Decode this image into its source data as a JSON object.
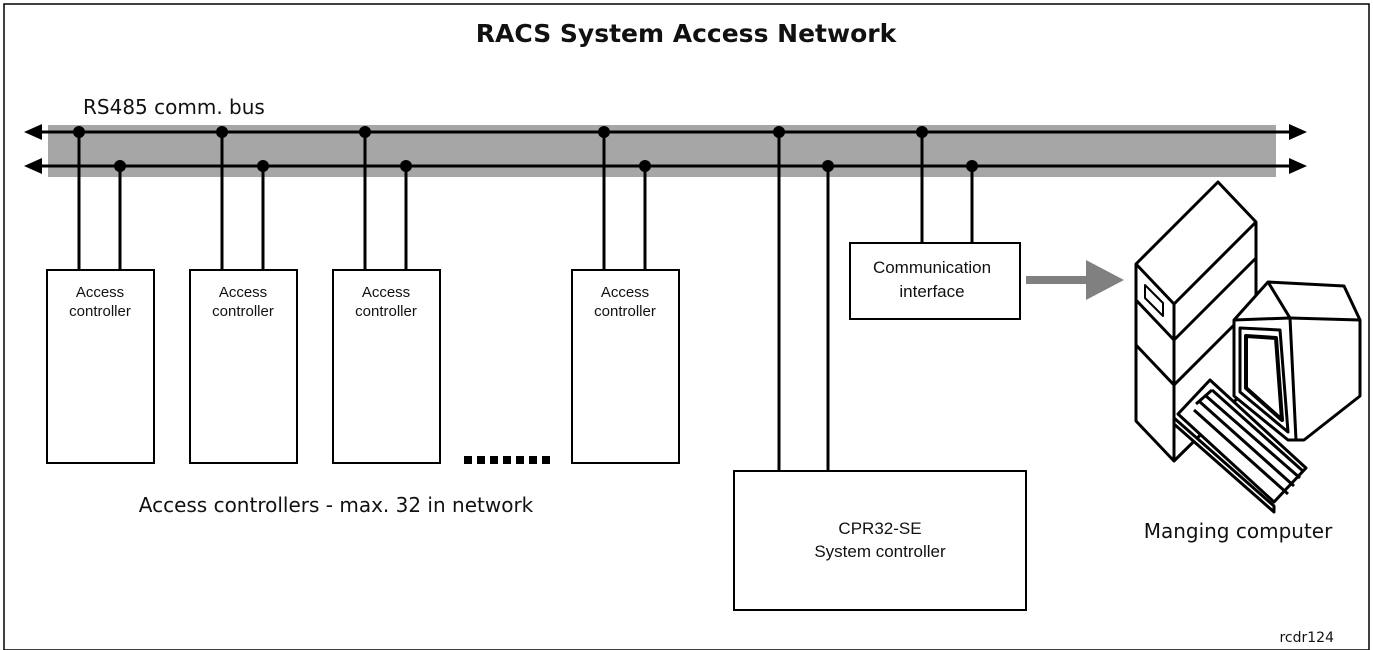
{
  "diagram": {
    "title": "RACS System Access Network",
    "bus_label": "RS485 comm. bus",
    "access_controllers": [
      {
        "line1": "Access",
        "line2": "controller"
      },
      {
        "line1": "Access",
        "line2": "controller"
      },
      {
        "line1": "Access",
        "line2": "controller"
      },
      {
        "line1": "Access",
        "line2": "controller"
      }
    ],
    "group_caption": "Access controllers - max. 32 in network",
    "comm_interface": {
      "line1": "Communication",
      "line2": "interface"
    },
    "system_controller": {
      "line1": "CPR32-SE",
      "line2": "System controller"
    },
    "computer_caption": "Manging computer",
    "figure_code": "rcdr124",
    "colors": {
      "bus_band": "#a6a6a6",
      "lines": "#000000",
      "arrow_gray": "#808080"
    }
  }
}
